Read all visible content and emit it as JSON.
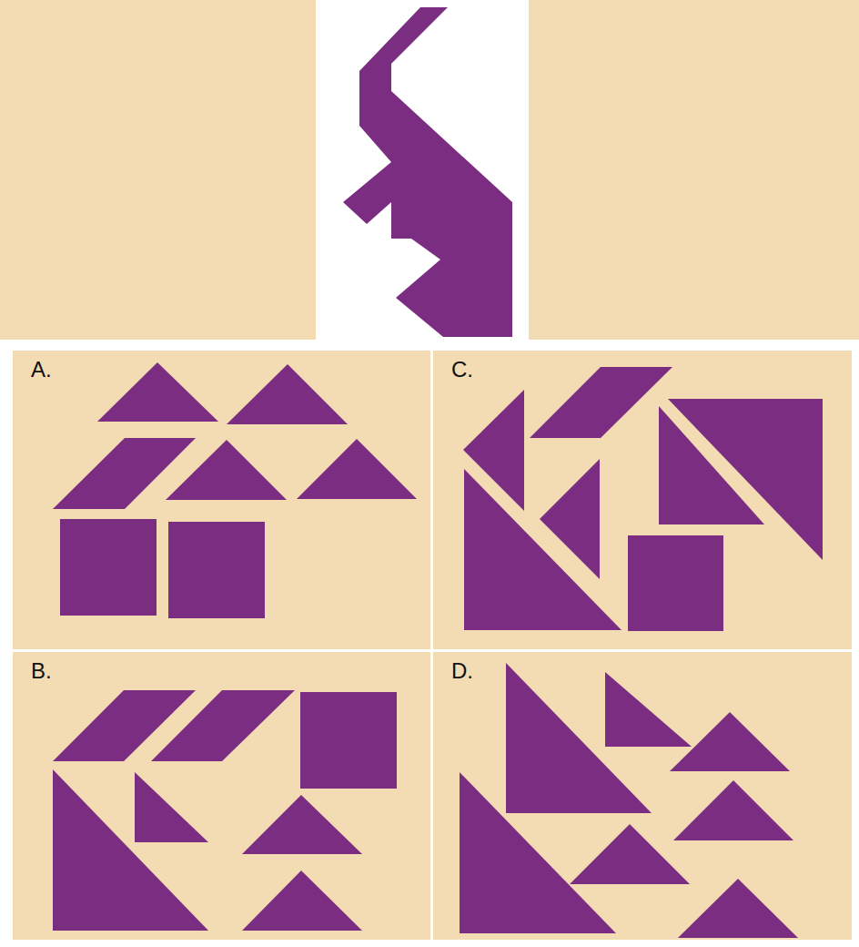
{
  "diagram": {
    "nodes": [
      {
        "text": [
          "A."
        ]
      },
      {
        "text": [
          "C."
        ]
      },
      {
        "text": [
          "B."
        ]
      },
      {
        "text": [
          "D."
        ]
      }
    ]
  }
}
